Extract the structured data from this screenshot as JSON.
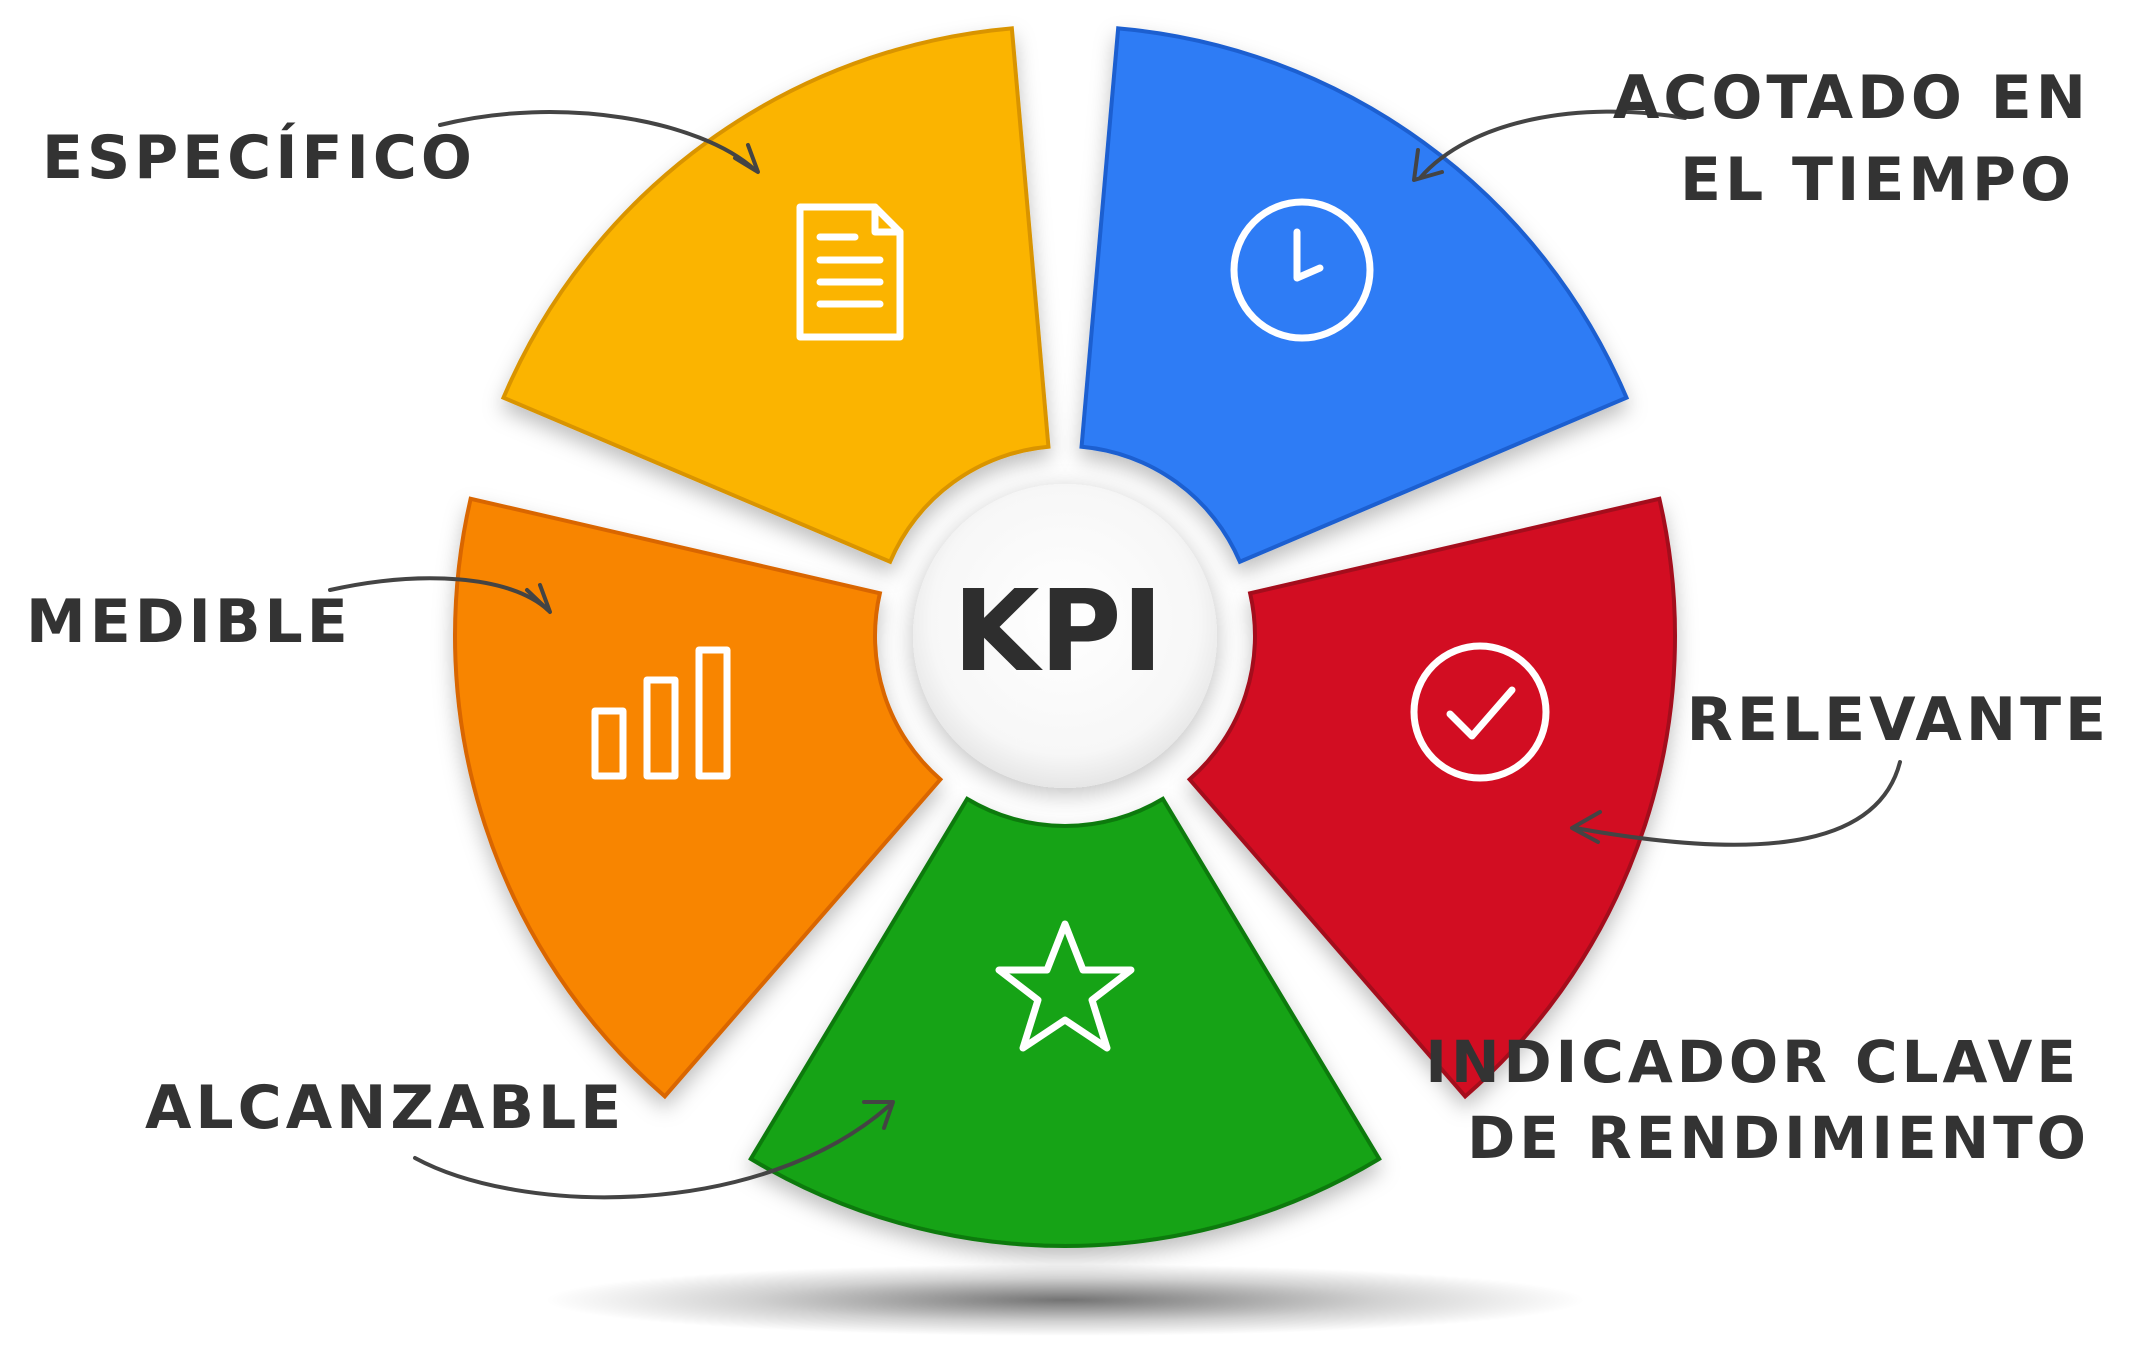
{
  "center": {
    "label": "KPI"
  },
  "segments": [
    {
      "id": "especifico",
      "label": "ESPECÍFICO",
      "icon": "document-icon",
      "color": "#fbb400",
      "color_dark": "#d99400"
    },
    {
      "id": "acotado",
      "label_line1": "ACOTADO EN",
      "label_line2": "EL TIEMPO",
      "icon": "clock-icon",
      "color": "#2f7bf5",
      "color_dark": "#1b5fd0"
    },
    {
      "id": "relevante",
      "label": "RELEVANTE",
      "icon": "checkmark-circle-icon",
      "color": "#d20d24",
      "color_dark": "#a40a1b"
    },
    {
      "id": "alcanzable",
      "label": "ALCANZABLE",
      "icon": "star-icon",
      "color": "#12a312",
      "color_dark": "#0c7a0c"
    },
    {
      "id": "medible",
      "label": "MEDIBLE",
      "icon": "bar-chart-icon",
      "color": "#f88500",
      "color_dark": "#d96600"
    }
  ],
  "footer": {
    "line1": "INDICADOR CLAVE",
    "line2": "DE RENDIMIENTO"
  }
}
